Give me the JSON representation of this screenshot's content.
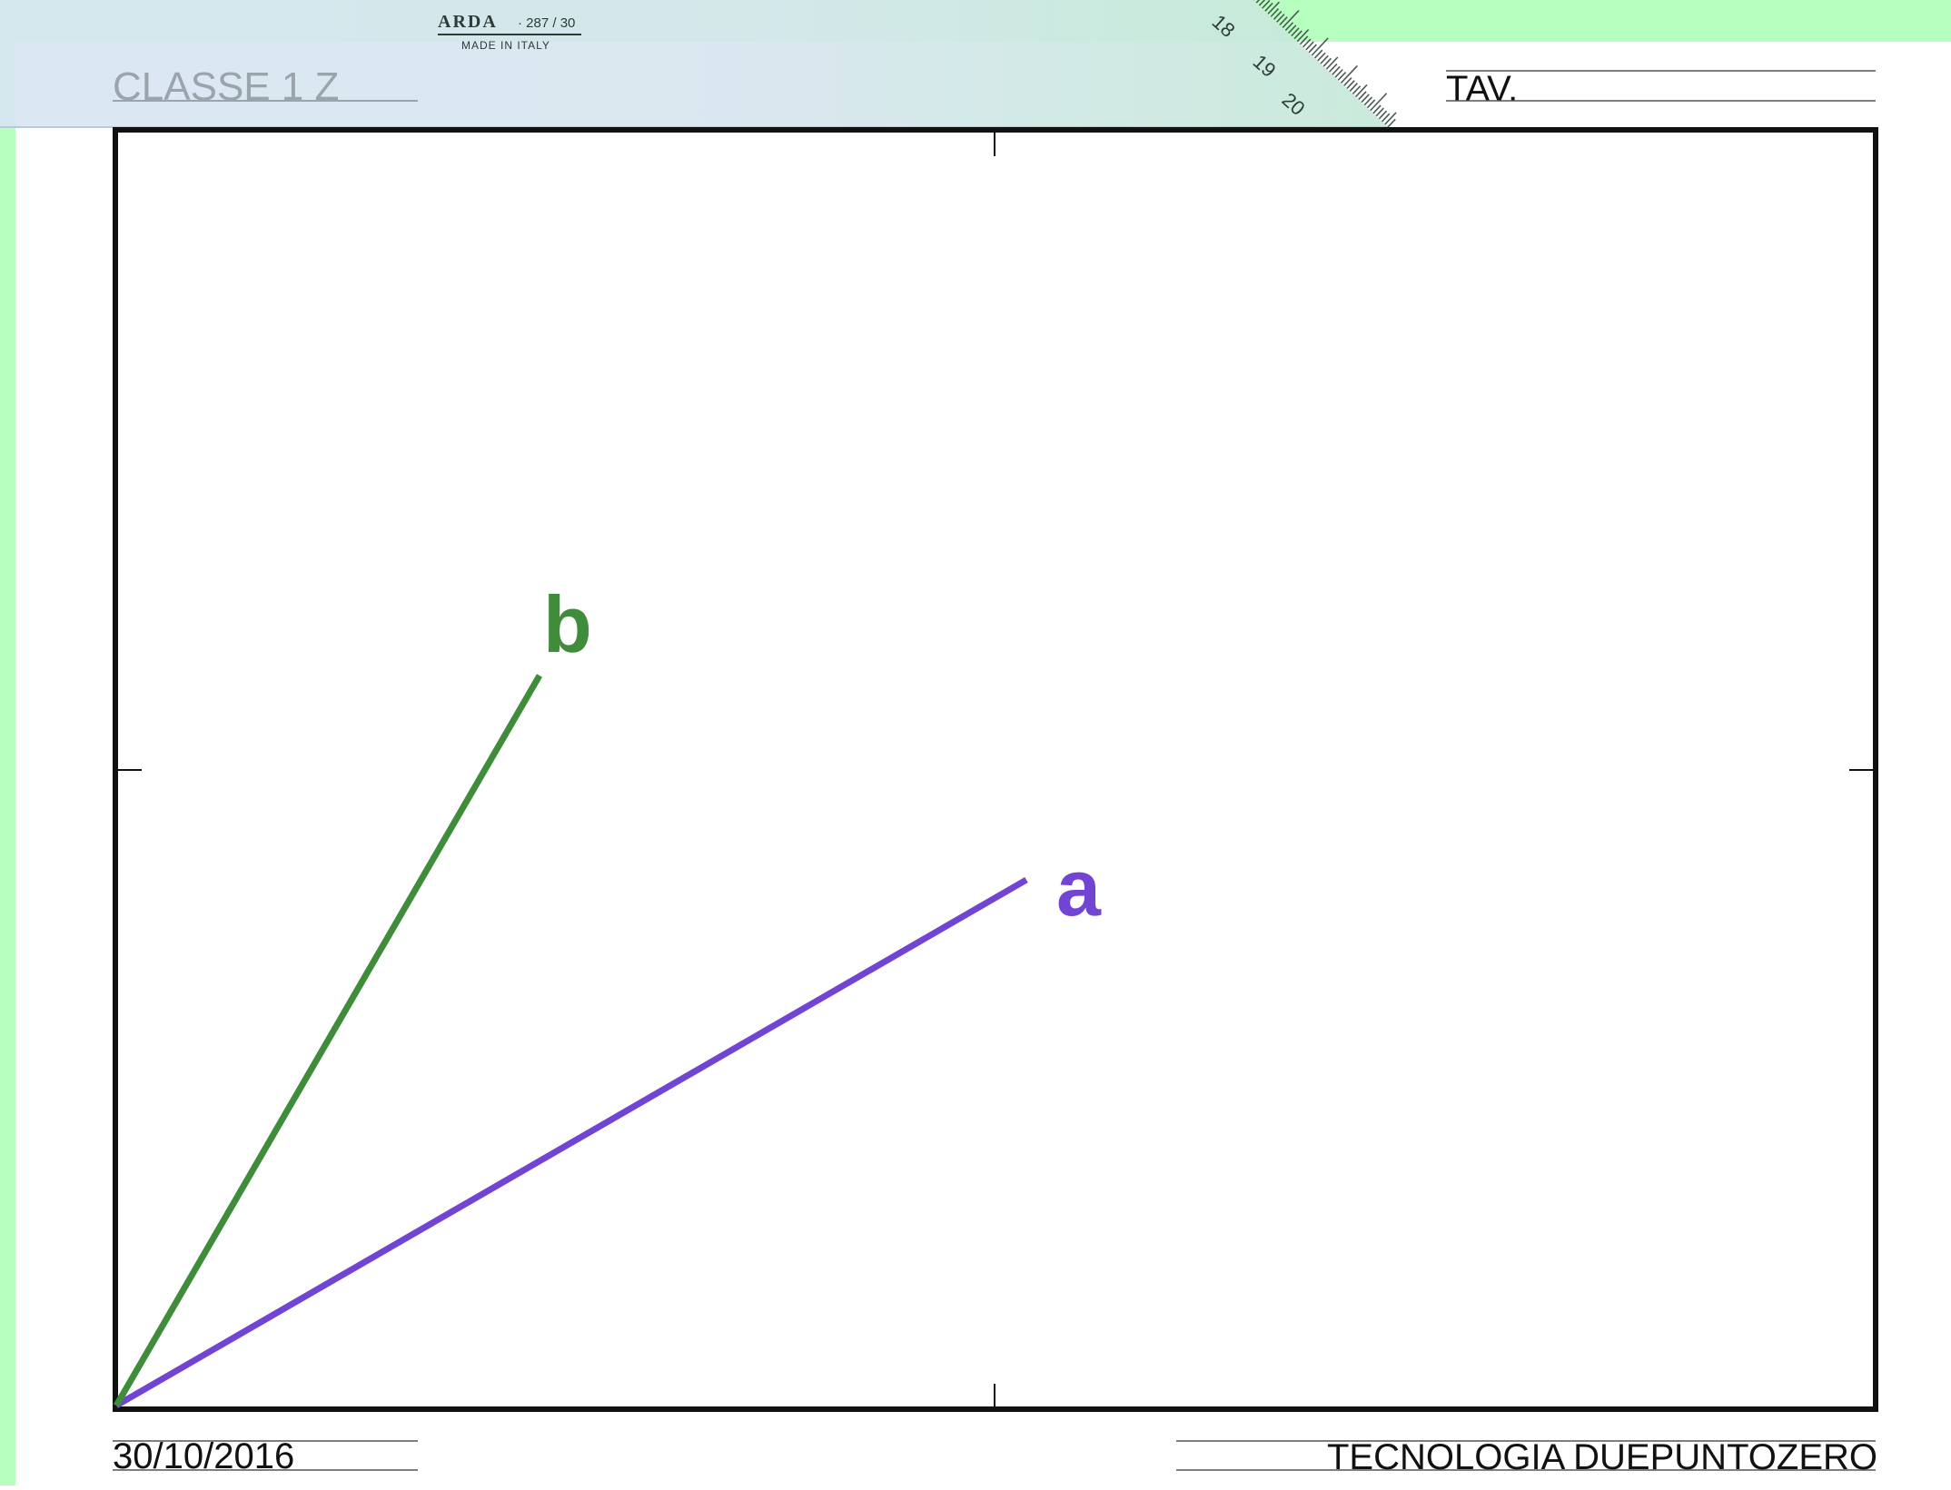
{
  "header": {
    "class_label": "CLASSE 1 Z",
    "tav_label": "TAV."
  },
  "ruler": {
    "brand": "ARDA",
    "model": "· 287 / 30",
    "origin": "MADE IN ITALY",
    "ticks": [
      "18",
      "19",
      "20"
    ]
  },
  "footer": {
    "date": "30/10/2016",
    "brand": "TECNOLOGIA DUEPUNTOZERO"
  },
  "diagram": {
    "segment_a_label": "a",
    "segment_b_label": "b"
  },
  "colors": {
    "page_bg": "#ffffff",
    "side_strip": "#b7ffbe",
    "ruler_left": "#d8e6f3",
    "ruler_right": "#c5e9d8",
    "frame": "#111111",
    "segment_a": "#7244d4",
    "segment_b": "#3f8c3a",
    "faint_text": "#9aa4ad"
  }
}
